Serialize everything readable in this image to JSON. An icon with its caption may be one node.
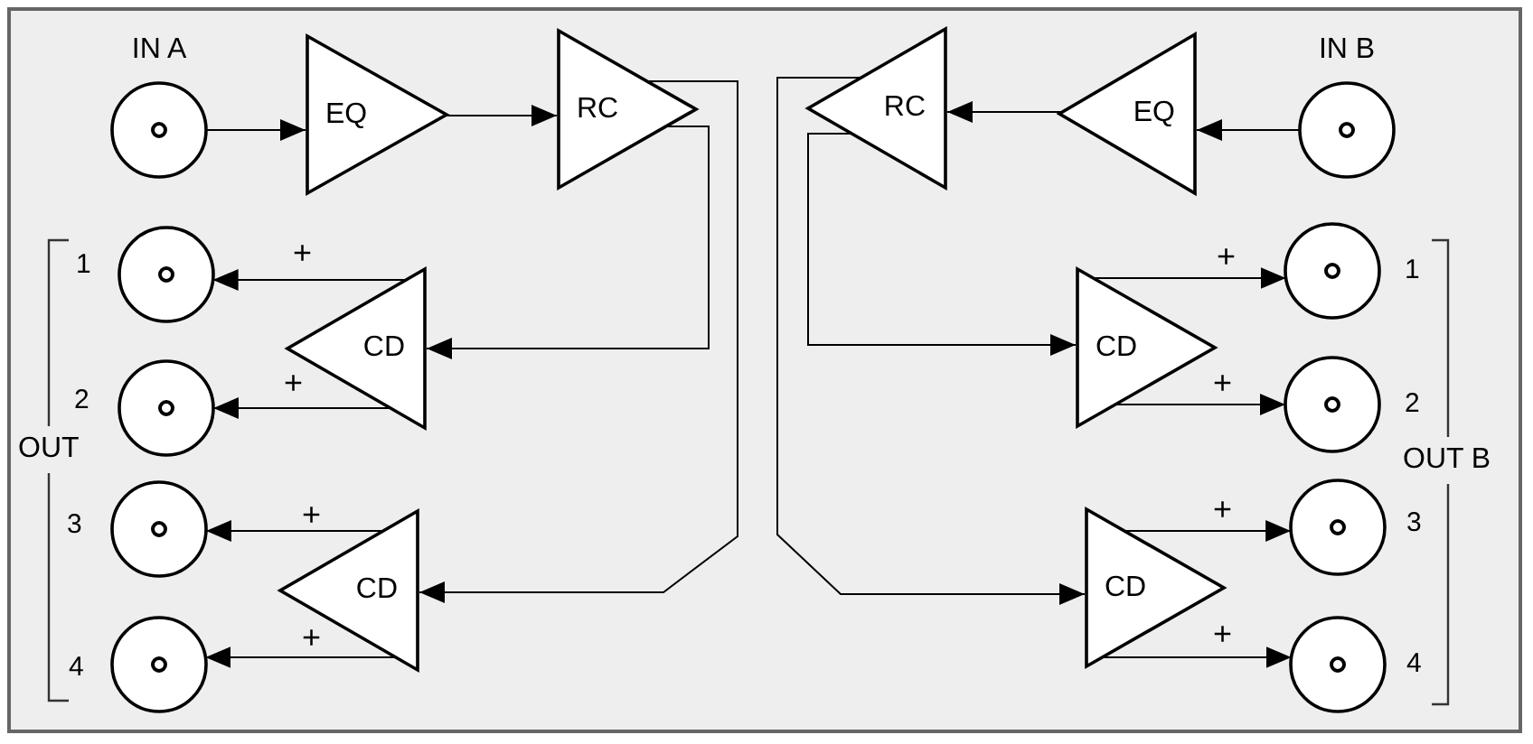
{
  "diagram": {
    "nodes": [
      {
        "text": [
          "IN A"
        ]
      },
      {
        "text": [
          "EQ"
        ]
      },
      {
        "text": [
          "RC"
        ]
      },
      {
        "text": [
          "RC"
        ]
      },
      {
        "text": [
          "EQ"
        ]
      },
      {
        "text": [
          "IN B"
        ]
      },
      {
        "text": [],
        "shape": "circle",
        "beside": [
          "1"
        ]
      },
      {
        "text": [
          "CD"
        ]
      },
      {
        "text": [],
        "shape": "circle",
        "beside": [
          "2"
        ]
      },
      {
        "text": [],
        "shape": "circle",
        "beside": [
          "3"
        ]
      },
      {
        "text": [
          "CD"
        ]
      },
      {
        "text": [],
        "shape": "circle",
        "beside": [
          "4"
        ]
      },
      {
        "text": [],
        "shape": "circle",
        "beside": [
          "1"
        ]
      },
      {
        "text": [
          "CD"
        ]
      },
      {
        "text": [],
        "shape": "circle",
        "beside": [
          "2"
        ]
      },
      {
        "text": [],
        "shape": "circle",
        "beside": [
          "3"
        ]
      },
      {
        "text": [
          "CD"
        ]
      },
      {
        "text": [],
        "shape": "circle",
        "beside": [
          "4"
        ]
      }
    ],
    "edges": [
      {
        "from": 0,
        "to": 1,
        "arrow": "to"
      },
      {
        "from": 1,
        "to": 2,
        "arrow": "to"
      },
      {
        "from": 2,
        "to": 7,
        "arrow": "to"
      },
      {
        "from": 2,
        "to": 10,
        "arrow": "to"
      },
      {
        "from": 5,
        "to": 4,
        "arrow": "to"
      },
      {
        "from": 4,
        "to": 3,
        "arrow": "to"
      },
      {
        "from": 3,
        "to": 13,
        "arrow": "to"
      },
      {
        "from": 3,
        "to": 16,
        "arrow": "to"
      },
      {
        "from": 7,
        "to": 6,
        "arrow": "to",
        "label": "+"
      },
      {
        "from": 7,
        "to": 8,
        "arrow": "to",
        "label": "+"
      },
      {
        "from": 10,
        "to": 9,
        "arrow": "to",
        "label": "+"
      },
      {
        "from": 10,
        "to": 11,
        "arrow": "to",
        "label": "+"
      },
      {
        "from": 13,
        "to": 12,
        "arrow": "to",
        "label": "+"
      },
      {
        "from": 13,
        "to": 14,
        "arrow": "to",
        "label": "+"
      },
      {
        "from": 16,
        "to": 15,
        "arrow": "to",
        "label": "+"
      },
      {
        "from": 16,
        "to": 17,
        "arrow": "to",
        "label": "+"
      }
    ],
    "labels": [
      "OUT",
      "OUT B"
    ]
  }
}
